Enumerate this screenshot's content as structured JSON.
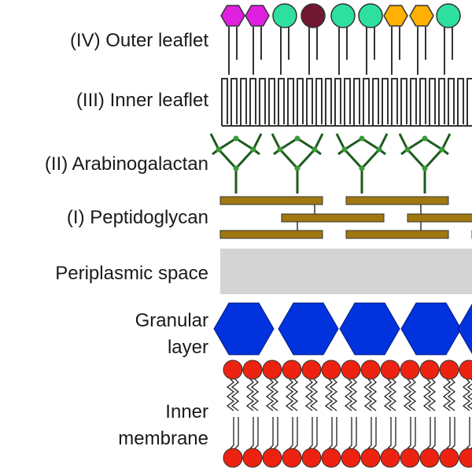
{
  "labels": {
    "outer_leaflet": "(IV) Outer leaflet",
    "inner_leaflet": "(III) Inner leaflet",
    "arabinogalactan": "(II) Arabinogalactan",
    "peptidoglycan": "(I) Peptidoglycan",
    "periplasmic_space": "Periplasmic space",
    "granular_layer_1": "Granular",
    "granular_layer_2": "layer",
    "inner_membrane_1": "Inner",
    "inner_membrane_2": "membrane"
  },
  "colors": {
    "outer_headgroups": [
      "#e020e0",
      "#e020e0",
      "#2ee0a0",
      "#701830",
      "#2ee0a0",
      "#2ee0a0",
      "#ffb000",
      "#ffb000",
      "#2ee0a0"
    ],
    "outline": "#333333",
    "arabinogalactan": "#1e5a1e",
    "arabinogalactan_node": "#3a9a3a",
    "peptidoglycan": "#a07810",
    "periplasm": "#d4d4d4",
    "granular": "#0033dd",
    "membrane_head": "#ee2211",
    "membrane_tail": "#222222"
  }
}
